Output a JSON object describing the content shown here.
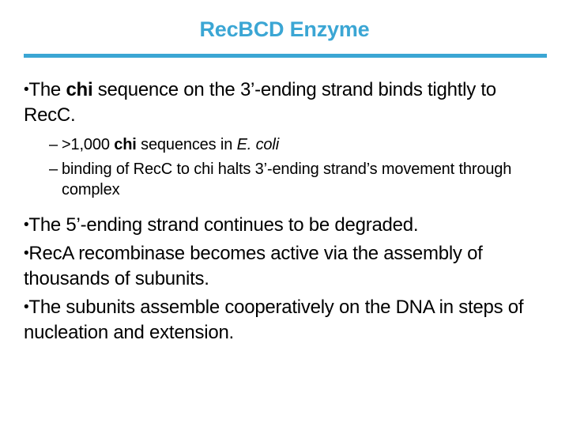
{
  "slide": {
    "title": "RecBCD Enzyme",
    "accent_color": "#3ba6d4",
    "text_color": "#000000",
    "background_color": "#ffffff",
    "rule": {
      "name": "title-underline-rule",
      "color": "#3ba6d4"
    },
    "bullets": [
      {
        "level": 1,
        "glyph": "•",
        "segments": [
          {
            "text": "The ",
            "style": "normal"
          },
          {
            "text": "chi",
            "style": "bold"
          },
          {
            "text": " sequence on the 3’-ending strand binds tightly to RecC.",
            "style": "normal"
          }
        ],
        "plain": "The chi sequence on the 3’-ending strand binds tightly to RecC."
      },
      {
        "level": 2,
        "glyph": "–",
        "segments": [
          {
            "text": ">1,000 ",
            "style": "normal"
          },
          {
            "text": "chi",
            "style": "bold"
          },
          {
            "text": " sequences in ",
            "style": "normal"
          },
          {
            "text": "E. coli",
            "style": "italic"
          }
        ],
        "plain": ">1,000 chi sequences in E. coli"
      },
      {
        "level": 2,
        "glyph": "–",
        "segments": [
          {
            "text": "binding of RecC to chi halts 3’-ending strand’s movement through complex",
            "style": "normal"
          }
        ],
        "plain": "binding of RecC to chi halts 3’-ending strand’s movement through complex"
      },
      {
        "level": 1,
        "glyph": "•",
        "segments": [
          {
            "text": "The 5’-ending strand continues to be degraded.",
            "style": "normal"
          }
        ],
        "plain": "The 5’-ending strand continues to be degraded."
      },
      {
        "level": 1,
        "glyph": "•",
        "segments": [
          {
            "text": "RecA recombinase becomes active via the assembly of thousands of subunits.",
            "style": "normal"
          }
        ],
        "plain": "RecA recombinase becomes active via the assembly of thousands of subunits."
      },
      {
        "level": 1,
        "glyph": "•",
        "segments": [
          {
            "text": "The subunits assemble cooperatively on the DNA in steps of nucleation and extension.",
            "style": "normal"
          }
        ],
        "plain": "The subunits assemble cooperatively on the DNA in steps of nucleation and extension."
      }
    ],
    "bullet_text": {
      "b1_a": "The ",
      "b1_chi": "chi",
      "b1_b": " sequence on the 3’-ending strand binds tightly to RecC.",
      "b2_a": ">1,000 ",
      "b2_chi": "chi",
      "b2_b": " sequences in ",
      "b2_ecoli": "E. coli",
      "b3": "binding of RecC to chi halts 3’-ending strand’s movement through complex",
      "b4": "The 5’-ending strand continues to be degraded.",
      "b5": "RecA recombinase becomes active via the assembly of thousands of subunits.",
      "b6": "The subunits assemble cooperatively on the DNA in steps of nucleation and extension."
    },
    "glyphs": {
      "bullet_dot": "•",
      "bullet_dash": "–"
    }
  }
}
